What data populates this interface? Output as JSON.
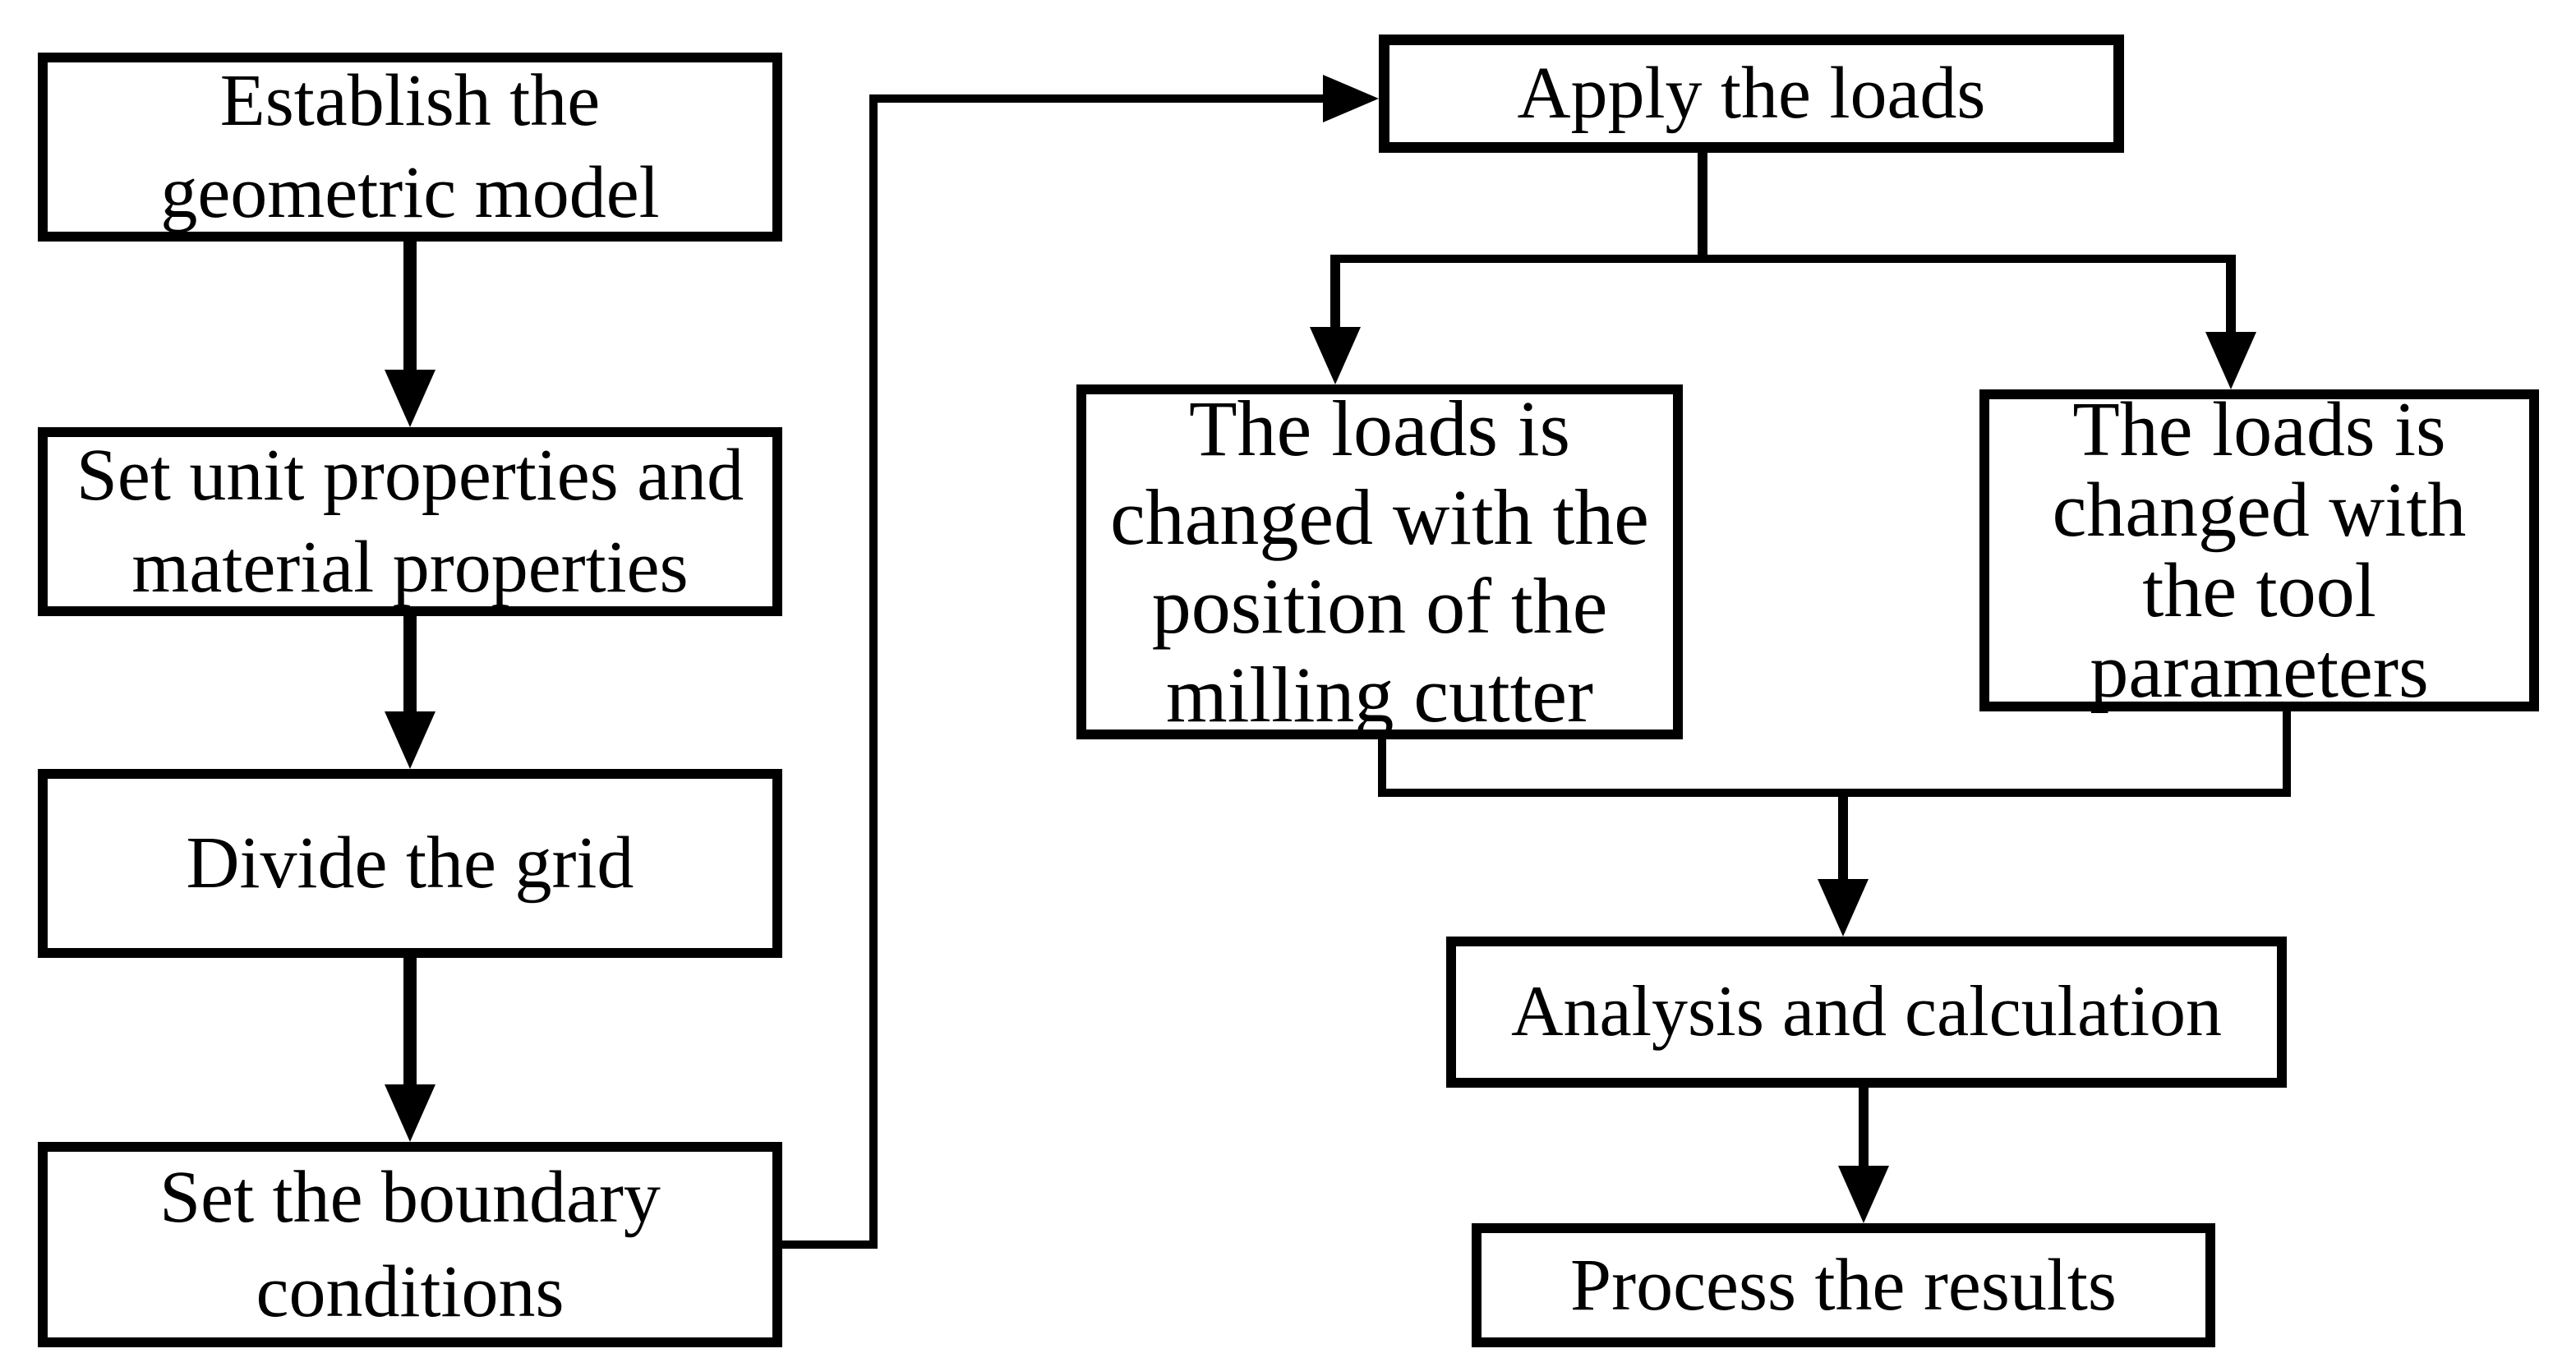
{
  "page": {
    "title": "Finite element milling simulation flowchart",
    "background_color": "#ffffff",
    "line_color": "#000000",
    "text_color": "#000000"
  },
  "nodes": [
    {
      "id": "establish",
      "label": "Establish the\ngeometric model"
    },
    {
      "id": "unit-material",
      "label": "Set unit properties and\nmaterial properties"
    },
    {
      "id": "divide-grid",
      "label": "Divide the grid"
    },
    {
      "id": "boundary",
      "label": "Set the boundary\nconditions"
    },
    {
      "id": "apply-loads",
      "label": "Apply the loads"
    },
    {
      "id": "loads-position",
      "label": "The loads is\nchanged with the\nposition of the\nmilling cutter"
    },
    {
      "id": "loads-tool",
      "label": "The loads is\nchanged with\nthe tool\nparameters"
    },
    {
      "id": "analysis",
      "label": "Analysis and calculation"
    },
    {
      "id": "process-results",
      "label": "Process the results"
    }
  ],
  "edges": [
    {
      "from": "establish",
      "to": "unit-material",
      "type": "arrow-down"
    },
    {
      "from": "unit-material",
      "to": "divide-grid",
      "type": "arrow-down"
    },
    {
      "from": "divide-grid",
      "to": "boundary",
      "type": "arrow-down"
    },
    {
      "from": "boundary",
      "to": "apply-loads",
      "type": "elbow-right-up-right-arrow"
    },
    {
      "from": "apply-loads",
      "to": "loads-position",
      "type": "branch-down-arrow"
    },
    {
      "from": "apply-loads",
      "to": "loads-tool",
      "type": "branch-down-arrow"
    },
    {
      "from": "loads-position",
      "to": "analysis",
      "type": "merge-down-arrow"
    },
    {
      "from": "loads-tool",
      "to": "analysis",
      "type": "merge-down-arrow"
    },
    {
      "from": "analysis",
      "to": "process-results",
      "type": "arrow-down"
    }
  ]
}
